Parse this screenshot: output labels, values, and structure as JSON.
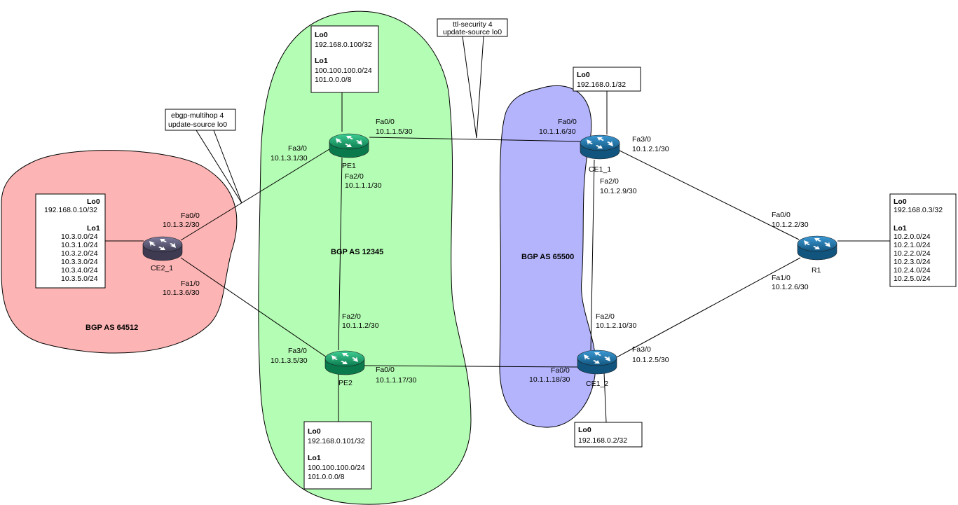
{
  "colors": {
    "as64512": "#fdb4b4",
    "as12345": "#b4fdb4",
    "as65500": "#b4b4fd",
    "router_pe": "#10a56b",
    "router_ce1": "#1b76b2",
    "router_ce2": "#5a5675",
    "router_r1": "#1b76b2"
  },
  "as_regions": {
    "as64512": "BGP AS 64512",
    "as12345": "BGP AS 12345",
    "as65500": "BGP AS 65500"
  },
  "routers": {
    "pe1": "PE1",
    "pe2": "PE2",
    "ce1_1": "CE1_1",
    "ce1_2": "CE1_2",
    "ce2_1": "CE2_1",
    "r1": "R1"
  },
  "interfaces": {
    "pe1_fa00": {
      "name": "Fa0/0",
      "ip": "10.1.1.5/30"
    },
    "pe1_fa30": {
      "name": "Fa3/0",
      "ip": "10.1.3.1/30"
    },
    "pe1_fa20": {
      "name": "Fa2/0",
      "ip": "10.1.1.1/30"
    },
    "pe2_fa20": {
      "name": "Fa2/0",
      "ip": "10.1.1.2/30"
    },
    "pe2_fa30": {
      "name": "Fa3/0",
      "ip": "10.1.3.5/30"
    },
    "pe2_fa00": {
      "name": "Fa0/0",
      "ip": "10.1.1.17/30"
    },
    "ce2_fa00": {
      "name": "Fa0/0",
      "ip": "10.1.3.2/30"
    },
    "ce2_fa10": {
      "name": "Fa1/0",
      "ip": "10.1.3.6/30"
    },
    "ce11_fa00": {
      "name": "Fa0/0",
      "ip": "10.1.1.6/30"
    },
    "ce11_fa30": {
      "name": "Fa3/0",
      "ip": "10.1.2.1/30"
    },
    "ce11_fa20": {
      "name": "Fa2/0",
      "ip": "10.1.2.9/30"
    },
    "ce12_fa20": {
      "name": "Fa2/0",
      "ip": "10.1.2.10/30"
    },
    "ce12_fa30": {
      "name": "Fa3/0",
      "ip": "10.1.2.5/30"
    },
    "ce12_fa00": {
      "name": "Fa0/0",
      "ip": "10.1.1.18/30"
    },
    "r1_fa00": {
      "name": "Fa0/0",
      "ip": "10.1.2.2/30"
    },
    "r1_fa10": {
      "name": "Fa1/0",
      "ip": "10.1.2.6/30"
    }
  },
  "loopbacks": {
    "pe1": {
      "lo0_label": "Lo0",
      "lo0": "192.168.0.100/32",
      "lo1_label": "Lo1",
      "lo1": [
        "100.100.100.0/24",
        "101.0.0.0/8"
      ]
    },
    "pe2": {
      "lo0_label": "Lo0",
      "lo0": "192.168.0.101/32",
      "lo1_label": "Lo1",
      "lo1": [
        "100.100.100.0/24",
        "101.0.0.0/8"
      ]
    },
    "ce2_1": {
      "lo0_label": "Lo0",
      "lo0": "192.168.0.10/32",
      "lo1_label": "Lo1",
      "lo1": [
        "10.3.0.0/24",
        "10.3.1.0/24",
        "10.3.2.0/24",
        "10.3.3.0/24",
        "10.3.4.0/24",
        "10.3.5.0/24"
      ]
    },
    "ce1_1": {
      "lo0_label": "Lo0",
      "lo0": "192.168.0.1/32"
    },
    "ce1_2": {
      "lo0_label": "Lo0",
      "lo0": "192.168.0.2/32"
    },
    "r1": {
      "lo0_label": "Lo0",
      "lo0": "192.168.0.3/32",
      "lo1_label": "Lo1",
      "lo1": [
        "10.2.0.0/24",
        "10.2.1.0/24",
        "10.2.2.0/24",
        "10.2.3.0/24",
        "10.2.4.0/24",
        "10.2.5.0/24"
      ]
    }
  },
  "callouts": {
    "ebgp": [
      "ebgp-multihop 4",
      "update-source lo0"
    ],
    "ttl": [
      "ttl-security 4",
      "update-source lo0"
    ]
  }
}
